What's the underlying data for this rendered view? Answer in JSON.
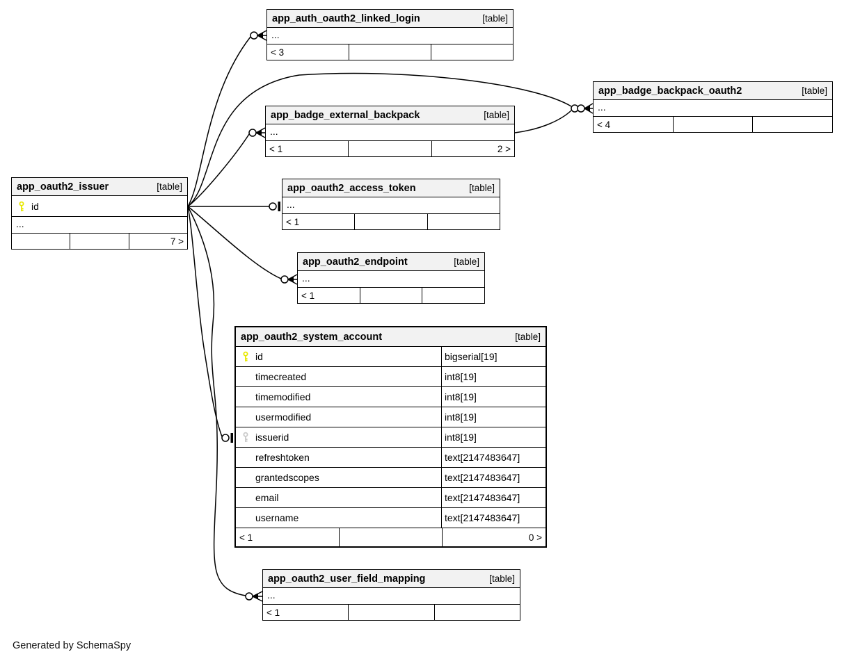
{
  "page": {
    "footer_note": "Generated by SchemaSpy"
  },
  "colors": {
    "header_bg": "#f2f2f2",
    "border": "#000000",
    "primary_key": "#e8e800",
    "foreign_key": "#c9c9c9",
    "edge": "#000000"
  },
  "tables": {
    "linked_login": {
      "name": "app_auth_oauth2_linked_login",
      "tag": "[table]",
      "dots": "...",
      "footer": {
        "left": "< 3",
        "mid": "",
        "right": ""
      }
    },
    "backpack_oauth2": {
      "name": "app_badge_backpack_oauth2",
      "tag": "[table]",
      "dots": "...",
      "footer": {
        "left": "< 4",
        "mid": "",
        "right": ""
      }
    },
    "external_backpack": {
      "name": "app_badge_external_backpack",
      "tag": "[table]",
      "dots": "...",
      "footer": {
        "left": "< 1",
        "mid": "",
        "right": "2 >"
      }
    },
    "issuer": {
      "name": "app_oauth2_issuer",
      "tag": "[table]",
      "pk_column": "id",
      "dots": "...",
      "footer": {
        "left": "",
        "mid": "",
        "right": "7 >"
      }
    },
    "access_token": {
      "name": "app_oauth2_access_token",
      "tag": "[table]",
      "dots": "...",
      "footer": {
        "left": "< 1",
        "mid": "",
        "right": ""
      }
    },
    "endpoint": {
      "name": "app_oauth2_endpoint",
      "tag": "[table]",
      "dots": "...",
      "footer": {
        "left": "< 1",
        "mid": "",
        "right": ""
      }
    },
    "system_account": {
      "name": "app_oauth2_system_account",
      "tag": "[table]",
      "columns": [
        {
          "name": "id",
          "type": "bigserial[19]",
          "key": "pk"
        },
        {
          "name": "timecreated",
          "type": "int8[19]",
          "key": ""
        },
        {
          "name": "timemodified",
          "type": "int8[19]",
          "key": ""
        },
        {
          "name": "usermodified",
          "type": "int8[19]",
          "key": ""
        },
        {
          "name": "issuerid",
          "type": "int8[19]",
          "key": "fk"
        },
        {
          "name": "refreshtoken",
          "type": "text[2147483647]",
          "key": ""
        },
        {
          "name": "grantedscopes",
          "type": "text[2147483647]",
          "key": ""
        },
        {
          "name": "email",
          "type": "text[2147483647]",
          "key": ""
        },
        {
          "name": "username",
          "type": "text[2147483647]",
          "key": ""
        }
      ],
      "footer": {
        "left": "< 1",
        "mid": "",
        "right": "0 >"
      }
    },
    "user_field_mapping": {
      "name": "app_oauth2_user_field_mapping",
      "tag": "[table]",
      "dots": "...",
      "footer": {
        "left": "< 1",
        "mid": "",
        "right": ""
      }
    }
  }
}
